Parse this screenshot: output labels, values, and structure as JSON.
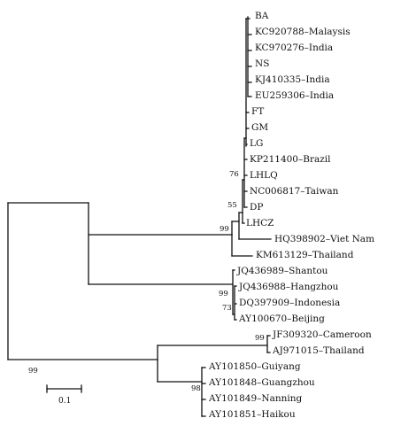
{
  "tree": {
    "leaves": [
      "BA",
      "KC920788–Malaysis",
      "KC970276–India",
      "NS",
      "KJ410335–India",
      "EU259306–India",
      "FT",
      "GM",
      "LG",
      "KP211400–Brazil",
      "LHLQ",
      "NC006817–Taiwan",
      "DP",
      "LHCZ",
      "HQ398902–Viet Nam",
      "KM613129–Thailand",
      "JQ436989–Shantou",
      "JQ436988–Hangzhou",
      "DQ397909–Indonesia",
      "AY100670–Beijing",
      "JF309320–Cameroon",
      "AJ971015–Thailand",
      "AY101850–Guiyang",
      "AY101848–Guangzhou",
      "AY101849–Nanning",
      "AY101851–Haikou"
    ],
    "bootstrap": [
      "76",
      "55",
      "99",
      "99",
      "73",
      "99",
      "99",
      "98"
    ],
    "scale_bar_label": "0.1"
  }
}
